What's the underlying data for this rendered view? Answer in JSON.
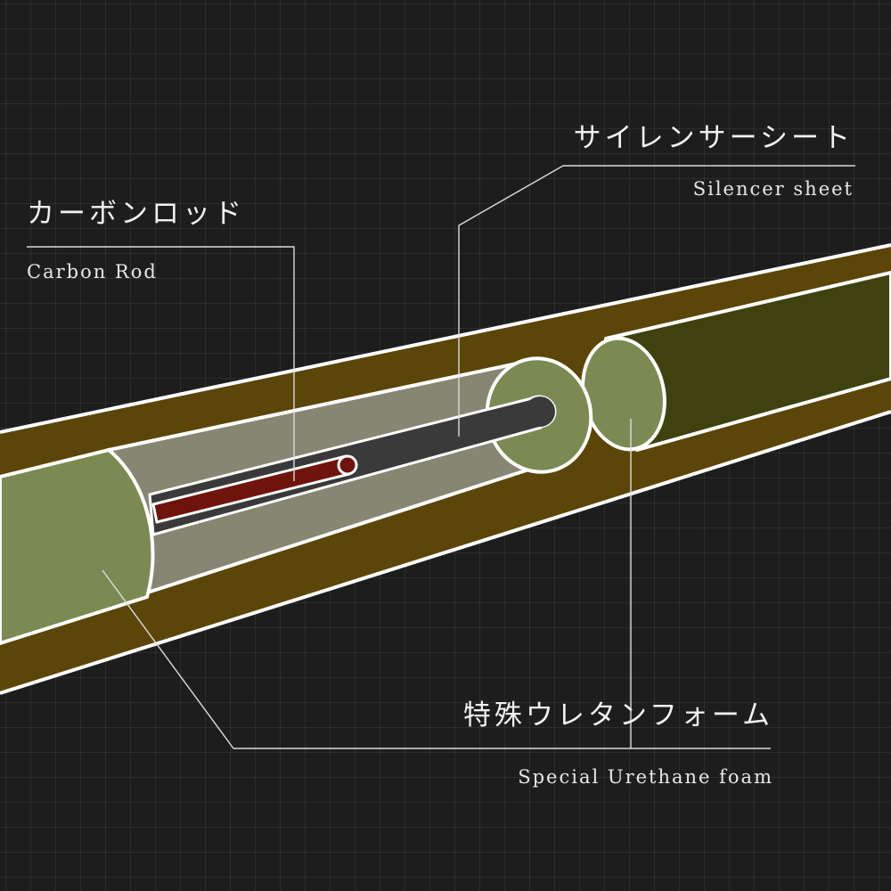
{
  "labels": {
    "carbon_rod": {
      "jp": "カーボンロッド",
      "en": "Carbon Rod"
    },
    "silencer_sheet": {
      "jp": "サイレンサーシート",
      "en": "Silencer sheet"
    },
    "urethane_foam": {
      "jp": "特殊ウレタンフォーム",
      "en": "Special Urethane foam"
    }
  },
  "colors": {
    "background": "#1d1d1d",
    "outer_tube": "#5b4509",
    "outline": "#ffffff",
    "foam_green": "#7b8a52",
    "foam_dark": "#3f420f",
    "sheet_gray": "#868673",
    "inner_rod": "#3a3a3a",
    "carbon_red": "#6e140c",
    "leader_line": "#dcdcdc"
  }
}
